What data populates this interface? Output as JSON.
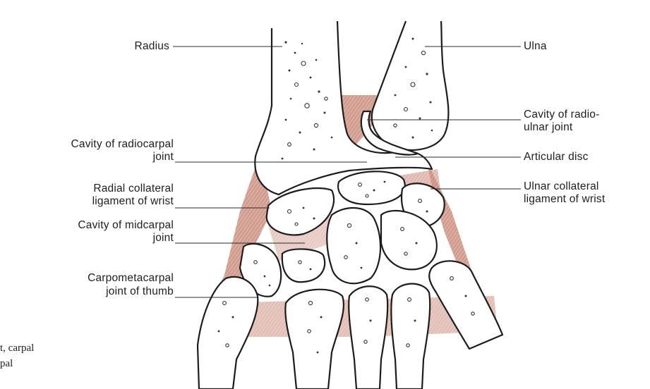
{
  "labels": {
    "radius": "Radius",
    "ulna": "Ulna",
    "cavity_radioulnar_l1": "Cavity of radio-",
    "cavity_radioulnar_l2": "ulnar joint",
    "cavity_radiocarpal_l1": "Cavity of radiocarpal",
    "cavity_radiocarpal_l2": "joint",
    "articular_disc": "Articular disc",
    "radial_collateral_l1": "Radial collateral",
    "radial_collateral_l2": "ligament of wrist",
    "ulnar_collateral_l1": "Ulnar collateral",
    "ulnar_collateral_l2": "ligament of wrist",
    "cavity_midcarpal_l1": "Cavity of midcarpal",
    "cavity_midcarpal_l2": "joint",
    "cmc_thumb_l1": "Carpometacarpal",
    "cmc_thumb_l2": "joint of thumb"
  },
  "caption_fragment": {
    "line1": "t, carpal",
    "line2": "pal"
  },
  "colors": {
    "ligament": "#c9877a",
    "bone_outline": "#1c1c1c",
    "text": "#1e1e1e"
  }
}
